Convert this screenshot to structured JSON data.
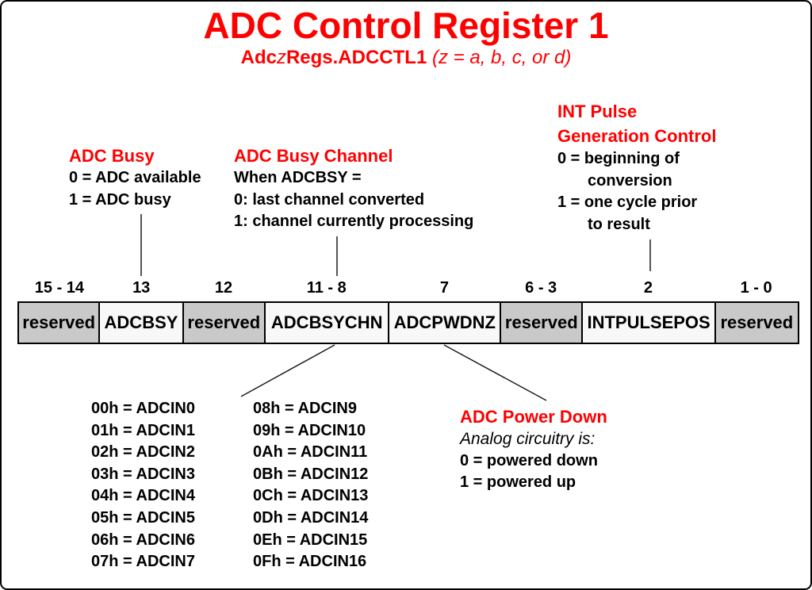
{
  "title": "ADC Control Register 1",
  "subtitle": {
    "prefix": "Adc",
    "z": "z",
    "rest": "Regs.ADCCTL1",
    "note": "(z = a, b, c, or d)"
  },
  "colors": {
    "accent_red": "#ff0000",
    "reserved_gray": "#c9c9c9",
    "cell_white": "#f8f8f8",
    "line_black": "#000000"
  },
  "annotations": {
    "adc_busy": {
      "heading": "ADC Busy",
      "lines": [
        "0 = ADC available",
        "1 = ADC busy"
      ]
    },
    "adc_busy_channel": {
      "heading": "ADC Busy Channel",
      "lines": [
        "When ADCBSY =",
        "0: last channel converted",
        "1: channel currently processing"
      ]
    },
    "int_pulse": {
      "heading_line1": "INT Pulse",
      "heading_line2": "Generation Control",
      "lines": [
        "0 = beginning of",
        "conversion",
        "1 = one cycle prior",
        "to result"
      ]
    },
    "adc_power_down": {
      "heading": "ADC Power Down",
      "subheading": "Analog circuitry is:",
      "lines": [
        "0 = powered down",
        "1 = powered up"
      ]
    }
  },
  "register": {
    "fields": [
      {
        "bits": "15 - 14",
        "name": "reserved",
        "reserved": true
      },
      {
        "bits": "13",
        "name": "ADCBSY",
        "reserved": false
      },
      {
        "bits": "12",
        "name": "reserved",
        "reserved": true
      },
      {
        "bits": "11 - 8",
        "name": "ADCBSYCHN",
        "reserved": false
      },
      {
        "bits": "7",
        "name": "ADCPWDNZ",
        "reserved": false
      },
      {
        "bits": "6 - 3",
        "name": "reserved",
        "reserved": true
      },
      {
        "bits": "2",
        "name": "INTPULSEPOS",
        "reserved": false
      },
      {
        "bits": "1 - 0",
        "name": "reserved",
        "reserved": true
      }
    ]
  },
  "channel_map": {
    "left": [
      "00h = ADCIN0",
      "01h = ADCIN1",
      "02h = ADCIN2",
      "03h = ADCIN3",
      "04h = ADCIN4",
      "05h = ADCIN5",
      "06h = ADCIN6",
      "07h = ADCIN7"
    ],
    "right": [
      "08h = ADCIN9",
      "09h = ADCIN10",
      "0Ah = ADCIN11",
      "0Bh = ADCIN12",
      "0Ch = ADCIN13",
      "0Dh = ADCIN14",
      "0Eh = ADCIN15",
      "0Fh = ADCIN16"
    ]
  }
}
